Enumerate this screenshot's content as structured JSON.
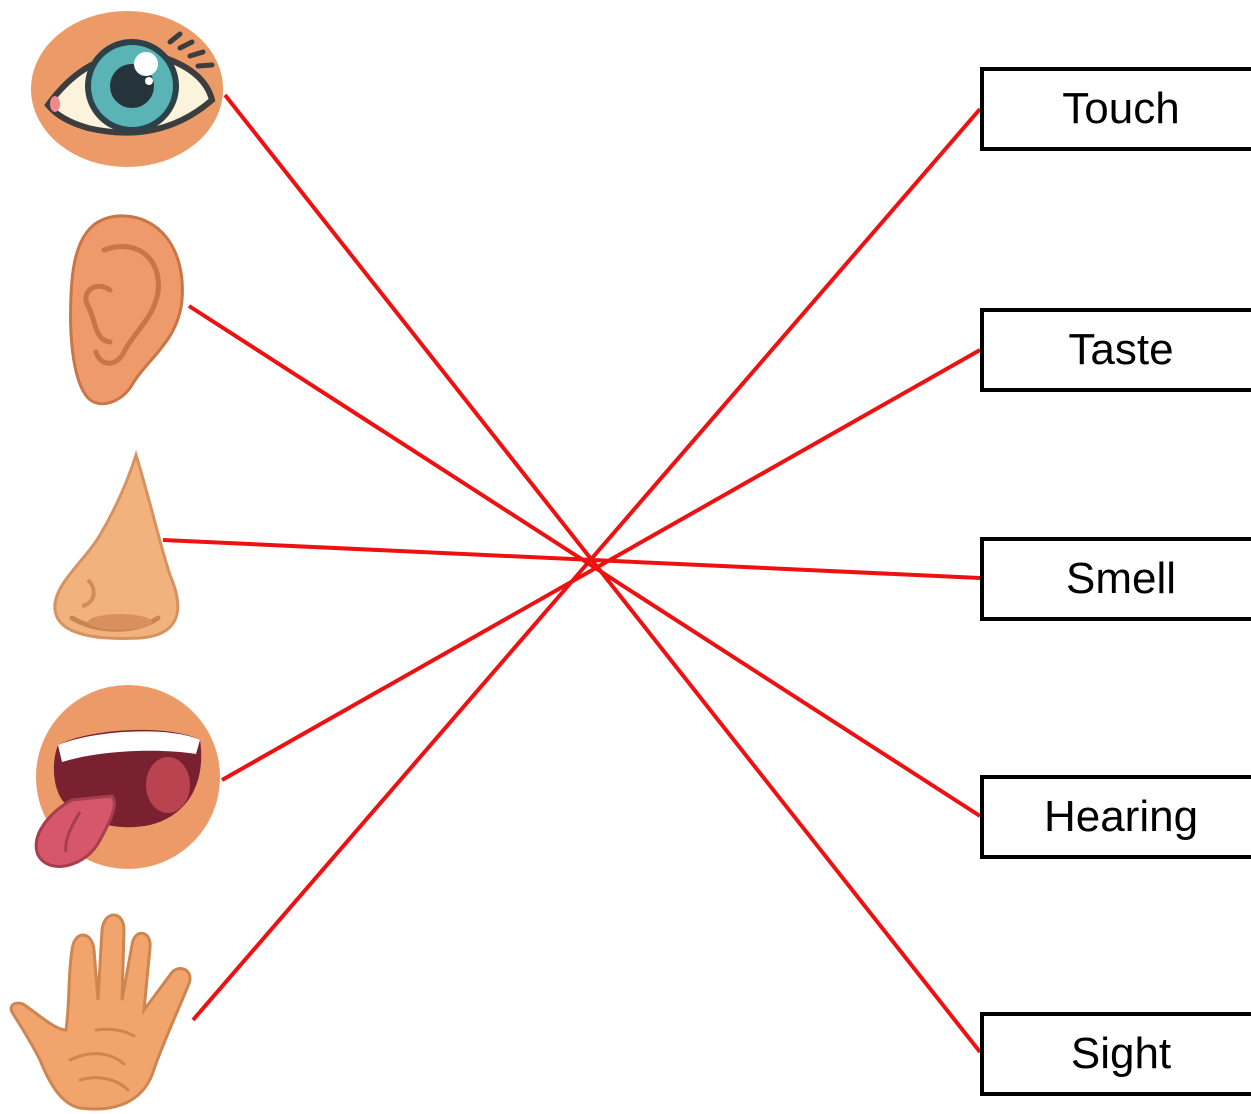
{
  "organs": [
    {
      "id": "eye",
      "icon": "eye-icon"
    },
    {
      "id": "ear",
      "icon": "ear-icon"
    },
    {
      "id": "nose",
      "icon": "nose-icon"
    },
    {
      "id": "mouth",
      "icon": "mouth-tongue-icon"
    },
    {
      "id": "hand",
      "icon": "hand-icon"
    }
  ],
  "senses": [
    {
      "label": "Touch"
    },
    {
      "label": "Taste"
    },
    {
      "label": "Smell"
    },
    {
      "label": "Hearing"
    },
    {
      "label": "Sight"
    }
  ],
  "connections": [
    {
      "organ": "eye",
      "sense": "Sight"
    },
    {
      "organ": "ear",
      "sense": "Hearing"
    },
    {
      "organ": "nose",
      "sense": "Smell"
    },
    {
      "organ": "mouth",
      "sense": "Taste"
    },
    {
      "organ": "hand",
      "sense": "Touch"
    }
  ],
  "colors": {
    "line": "#ee1111",
    "box_border": "#000000"
  }
}
